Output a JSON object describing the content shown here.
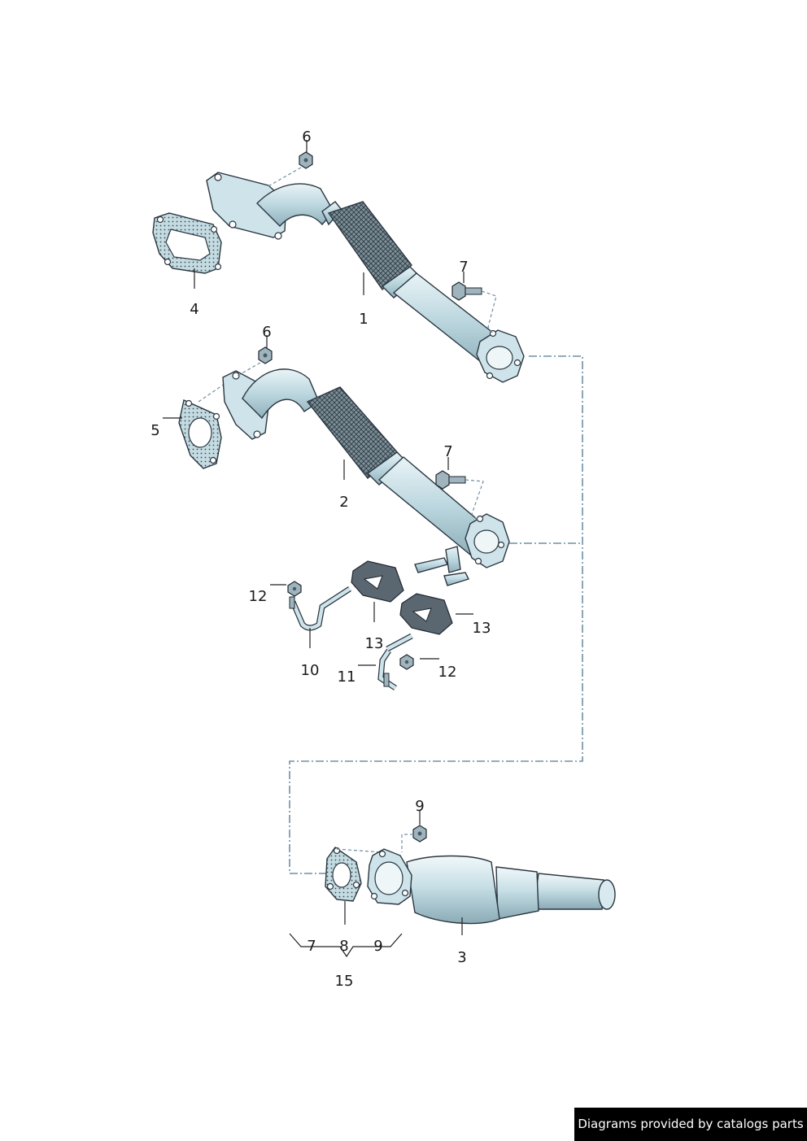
{
  "callouts": {
    "c1": "1",
    "c2": "2",
    "c3": "3",
    "c4": "4",
    "c5": "5",
    "c6a": "6",
    "c6b": "6",
    "c7a": "7",
    "c7b": "7",
    "c7c": "7",
    "c8": "8",
    "c9a": "9",
    "c9b": "9",
    "c10": "10",
    "c11": "11",
    "c12a": "12",
    "c12b": "12",
    "c13a": "13",
    "c13b": "13",
    "c15": "15"
  },
  "footer": {
    "text": "Diagrams provided by catalogs parts"
  },
  "colors": {
    "metal": "#cfe4ea",
    "rubber": "#5a6670",
    "leader_dash": "#6f8fa6",
    "footer_bg": "#000000"
  }
}
